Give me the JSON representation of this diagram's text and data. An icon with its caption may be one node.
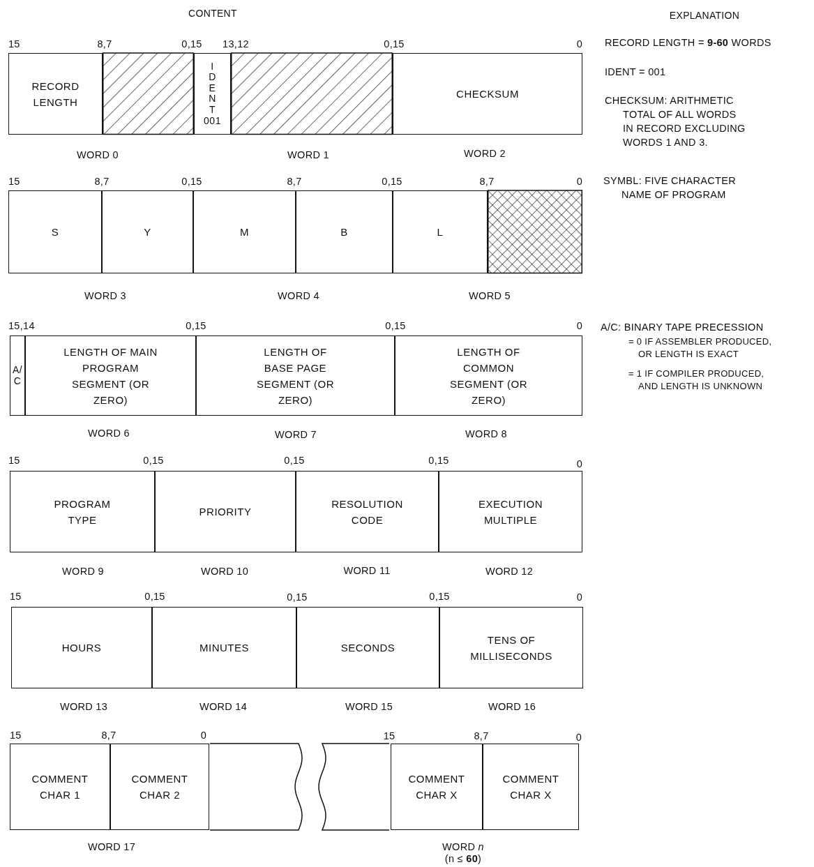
{
  "diagram": {
    "nodes": [
      {
        "text": [
          "RECORD LENGTH"
        ]
      },
      {
        "text": [],
        "shape": "box"
      },
      {
        "text": [
          "IDENT",
          "001"
        ]
      },
      {
        "text": [],
        "shape": "box"
      },
      {
        "text": [
          "CHECKSUM"
        ]
      },
      {
        "text": [
          "S"
        ]
      },
      {
        "text": [
          "Y"
        ]
      },
      {
        "text": [
          "M"
        ]
      },
      {
        "text": [
          "B"
        ]
      },
      {
        "text": [
          "L"
        ]
      },
      {
        "text": [],
        "shape": "box"
      },
      {
        "text": [
          "A/C"
        ]
      },
      {
        "text": [
          "LENGTH OF MAIN PROGRAM SEGMENT (OR ZERO)"
        ]
      },
      {
        "text": [
          "LENGTH OF BASE PAGE SEGMENT (OR ZERO)"
        ]
      },
      {
        "text": [
          "LENGTH OF COMMON SEGMENT (OR ZERO)"
        ]
      },
      {
        "text": [
          "PROGRAM TYPE"
        ]
      },
      {
        "text": [
          "PRIORITY"
        ]
      },
      {
        "text": [
          "RESOLUTION CODE"
        ]
      },
      {
        "text": [
          "EXECUTION MULTIPLE"
        ]
      },
      {
        "text": [
          "HOURS"
        ]
      },
      {
        "text": [
          "MINUTES"
        ]
      },
      {
        "text": [
          "SECONDS"
        ]
      },
      {
        "text": [
          "TENS OF MILLISECONDS"
        ]
      },
      {
        "text": [
          "COMMENT CHAR 1"
        ]
      },
      {
        "text": [
          "COMMENT CHAR 2"
        ]
      },
      {
        "text": [],
        "shape": "box"
      },
      {
        "text": [],
        "shape": "box"
      },
      {
        "text": [
          "COMMENT CHAR X"
        ]
      },
      {
        "text": [
          "COMMENT CHAR X"
        ]
      }
    ],
    "labels": [
      "CONTENT",
      "EXPLANATION",
      "15",
      "8,7",
      "0,15",
      "13,12",
      "0,15",
      "0",
      "RECORD LENGTH = **9-60** WORDS",
      "IDENT = 001",
      "CHECKSUM: ARITHMETIC TOTAL OF ALL WORDS IN RECORD EXCLUDING WORDS 1 AND 3.",
      "WORD 0",
      "WORD 1",
      "WORD 2",
      "15",
      "8,7",
      "0,15",
      "8,7",
      "0,15",
      "8,7",
      "0",
      "SYMBL: FIVE CHARACTER NAME OF PROGRAM",
      "WORD 3",
      "WORD 4",
      "WORD 5",
      "15,14",
      "0,15",
      "0,15",
      "0",
      "A/C: BINARY TAPE PRECESSION",
      "= 0 IF ASSEMBLER PRODUCED, OR LENGTH IS EXACT",
      "= 1 IF COMPILER PRODUCED, AND LENGTH IS UNKNOWN",
      "WORD 6",
      "WORD 7",
      "WORD 8",
      "15",
      "0,15",
      "0,15",
      "0,15",
      "0",
      "WORD 9",
      "WORD 10",
      "WORD 11",
      "WORD 12",
      "15",
      "0,15",
      "0,15",
      "0,15",
      "0",
      "WORD 13",
      "WORD 14",
      "WORD 15",
      "WORD 16",
      "15",
      "8,7",
      "0",
      "15",
      "8,7",
      "0",
      "WORD 17",
      "WORD *n*",
      "(n ≤ **60**)"
    ]
  }
}
